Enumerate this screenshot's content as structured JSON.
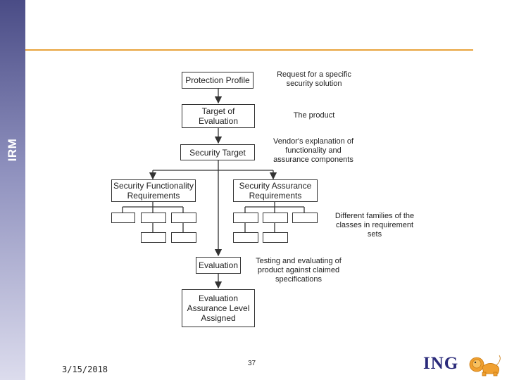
{
  "sidebar": {
    "label": "IRM"
  },
  "diagram": {
    "boxes": {
      "protection_profile": "Protection Profile",
      "target_of_evaluation": "Target of\nEvaluation",
      "security_target": "Security Target",
      "functionality_requirements": "Security Functionality\nRequirements",
      "assurance_requirements": "Security Assurance\nRequirements",
      "evaluation": "Evaluation",
      "assurance_level": "Evaluation\nAssurance Level\nAssigned"
    },
    "notes": {
      "request": "Request for a specific\nsecurity solution",
      "product": "The product",
      "vendor": "Vendor's explanation of\nfunctionality and\nassurance components",
      "families": "Different families of the\nclasses in requirement\nsets",
      "testing": "Testing and evaluating of\nproduct against claimed\nspecifications"
    }
  },
  "footer": {
    "date": "3/15/2018",
    "page_number": "37"
  },
  "logo": {
    "text": "ING",
    "color": "#2a2a7a",
    "lion_color": "#f0a030"
  },
  "colors": {
    "accent_rule": "#e8a33c",
    "sidebar_top": "#4a4c86",
    "sidebar_bottom": "#dcdced"
  }
}
